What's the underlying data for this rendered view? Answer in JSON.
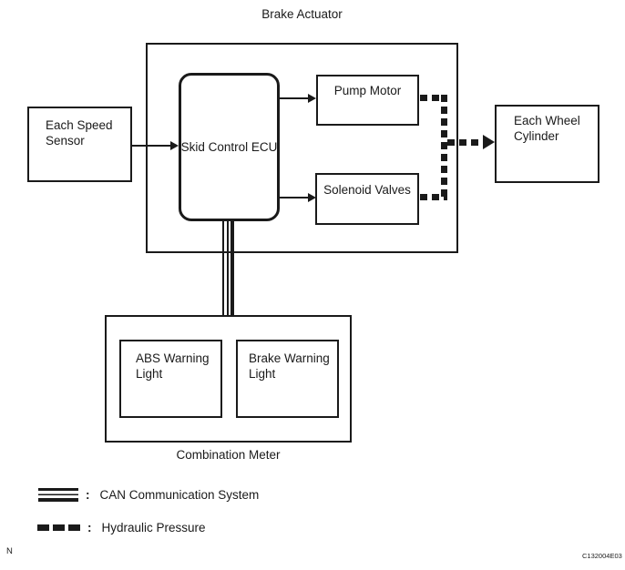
{
  "colors": {
    "ink": "#1a1a1a",
    "background": "#ffffff"
  },
  "title": "Brake Actuator",
  "nodes": {
    "speed_sensor": "Each Speed\nSensor",
    "skid_control_ecu": "Skid Control ECU",
    "pump_motor": "Pump Motor",
    "solenoid_valves": "Solenoid Valves",
    "wheel_cylinder": "Each Wheel\nCylinder",
    "abs_warning_light": "ABS Warning\nLight",
    "brake_warning_light": "Brake Warning\nLight",
    "combination_meter": "Combination Meter"
  },
  "legend": {
    "can": {
      "separator": ":",
      "label": "CAN Communication System"
    },
    "hydraulic": {
      "separator": ":",
      "label": "Hydraulic Pressure"
    }
  },
  "footer": {
    "page_marker": "N",
    "figure_code": "C132004E03"
  }
}
